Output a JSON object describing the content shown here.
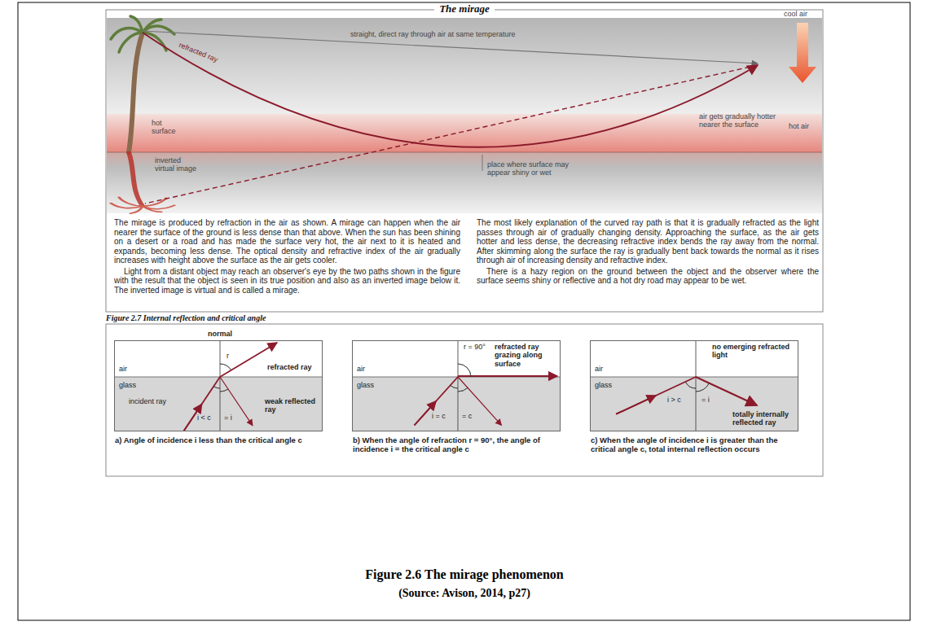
{
  "diagram": {
    "title": "The mirage",
    "caption": "Figure 2.6 The mirage phenomenon",
    "nodes": [
      {
        "text": [
          "a) Angle of incidence i less than the critical angle c"
        ]
      },
      {
        "text": [
          "b) When the angle of refraction r = 90°, the angle of incidence i = the critical angle c"
        ]
      },
      {
        "text": [
          "c) When the angle of incidence i is greater than the critical angle c, total internal reflection occurs"
        ]
      }
    ],
    "labels": [
      "cool air",
      "straight, direct ray through air at same temperature",
      "refracted ray",
      "hot surface",
      "air gets gradually hotter nearer the surface",
      "hot air",
      "inverted virtual image",
      "place where surface may appear shiny or wet",
      "The mirage is produced by refraction in the air as shown. A mirage can happen when the air nearer the surface of the ground is less dense than that above. When the sun has been shining on a desert or a road and has made the surface very hot, the air next to it is heated and expands, becoming less dense. The optical density and refractive index of the air gradually increases with height above the surface as the air gets cooler.",
      "Light from a distant object may reach an observer's eye by the two paths shown in the figure with the result that the object is seen in its true position and also as an inverted image below it. The inverted image is virtual and is called a mirage.",
      "The most likely explanation of the curved ray path is that it is gradually refracted as the light passes through air of gradually changing density. Approaching the surface, as the air gets hotter and less dense, the decreasing refractive index bends the ray away from the normal. After skimming along the surface the ray is gradually bent back towards the normal as it rises through air of increasing density and refractive index.",
      "There is a hazy region on the ground between the object and the observer where the surface seems shiny or reflective and a hot dry road may appear to be wet.",
      "Figure 2.7 Internal reflection and critical angle",
      "normal",
      "r",
      "refracted ray",
      "air",
      "glass",
      "weak reflected ray",
      "incident ray",
      "i < c",
      "= i",
      "r = 90°",
      "refracted ray grazing along surface",
      "air",
      "glass",
      "i = c",
      "= c",
      "no emerging refracted light",
      "air",
      "glass",
      "i > c",
      "= i",
      "totally internally reflected ray",
      "(Source: Avison, 2014, p27)"
    ]
  }
}
